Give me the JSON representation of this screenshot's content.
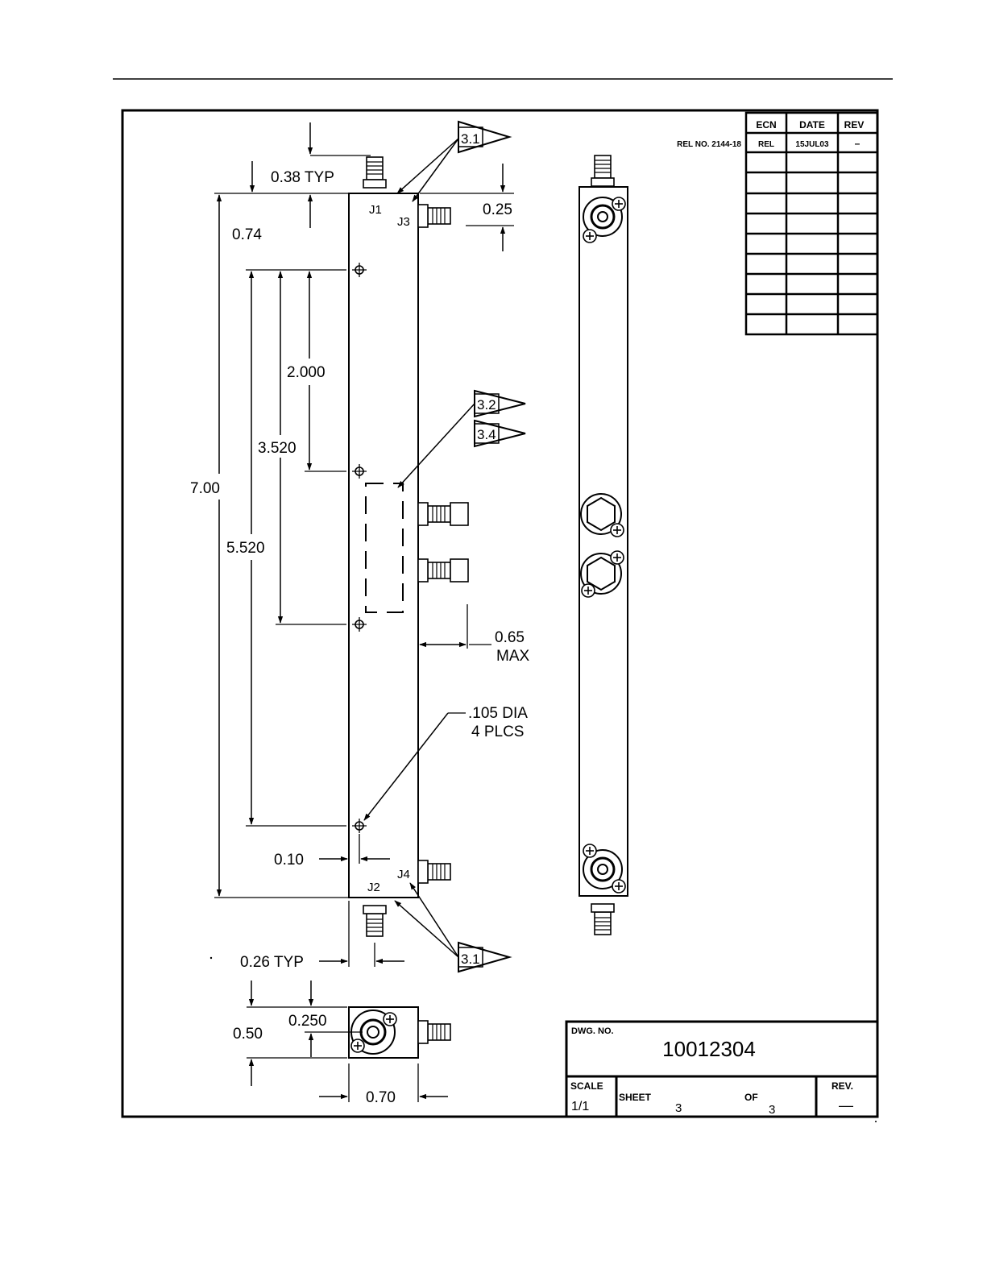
{
  "revision_block": {
    "headers": [
      "ECN",
      "DATE",
      "REV"
    ],
    "release_label": "REL NO. 2144-18",
    "row": [
      "REL",
      "15JUL03",
      "–"
    ]
  },
  "flags": {
    "top": "3.1",
    "middle_a": "3.2",
    "middle_b": "3.4",
    "bottom": "3.1"
  },
  "connectors": {
    "j1": "J1",
    "j2": "J2",
    "j3": "J3",
    "j4": "J4"
  },
  "dimensions": {
    "top_connector": "0.38 TYP",
    "first_hole": "0.74",
    "side_connector_offset": "0.25",
    "hole_2": "2.000",
    "hole_3": "3.520",
    "hole_4": "5.520",
    "overall_length": "7.00",
    "connector_height_1": "0.65",
    "connector_height_2": "MAX",
    "hole_dia_1": ".105  DIA",
    "hole_dia_2": "4  PLCS",
    "edge_offset": "0.10",
    "bottom_connector": "0.26  TYP",
    "end_height": "0.50",
    "end_center": "0.250",
    "end_width": "0.70"
  },
  "title_block": {
    "dwg_no_label": "DWG. NO.",
    "dwg_no": "10012304",
    "scale_label": "SCALE",
    "scale": "1/1",
    "sheet_label": "SHEET",
    "sheet": "3",
    "of_label": "OF",
    "of": "3",
    "rev_label": "REV.",
    "rev": "—"
  }
}
